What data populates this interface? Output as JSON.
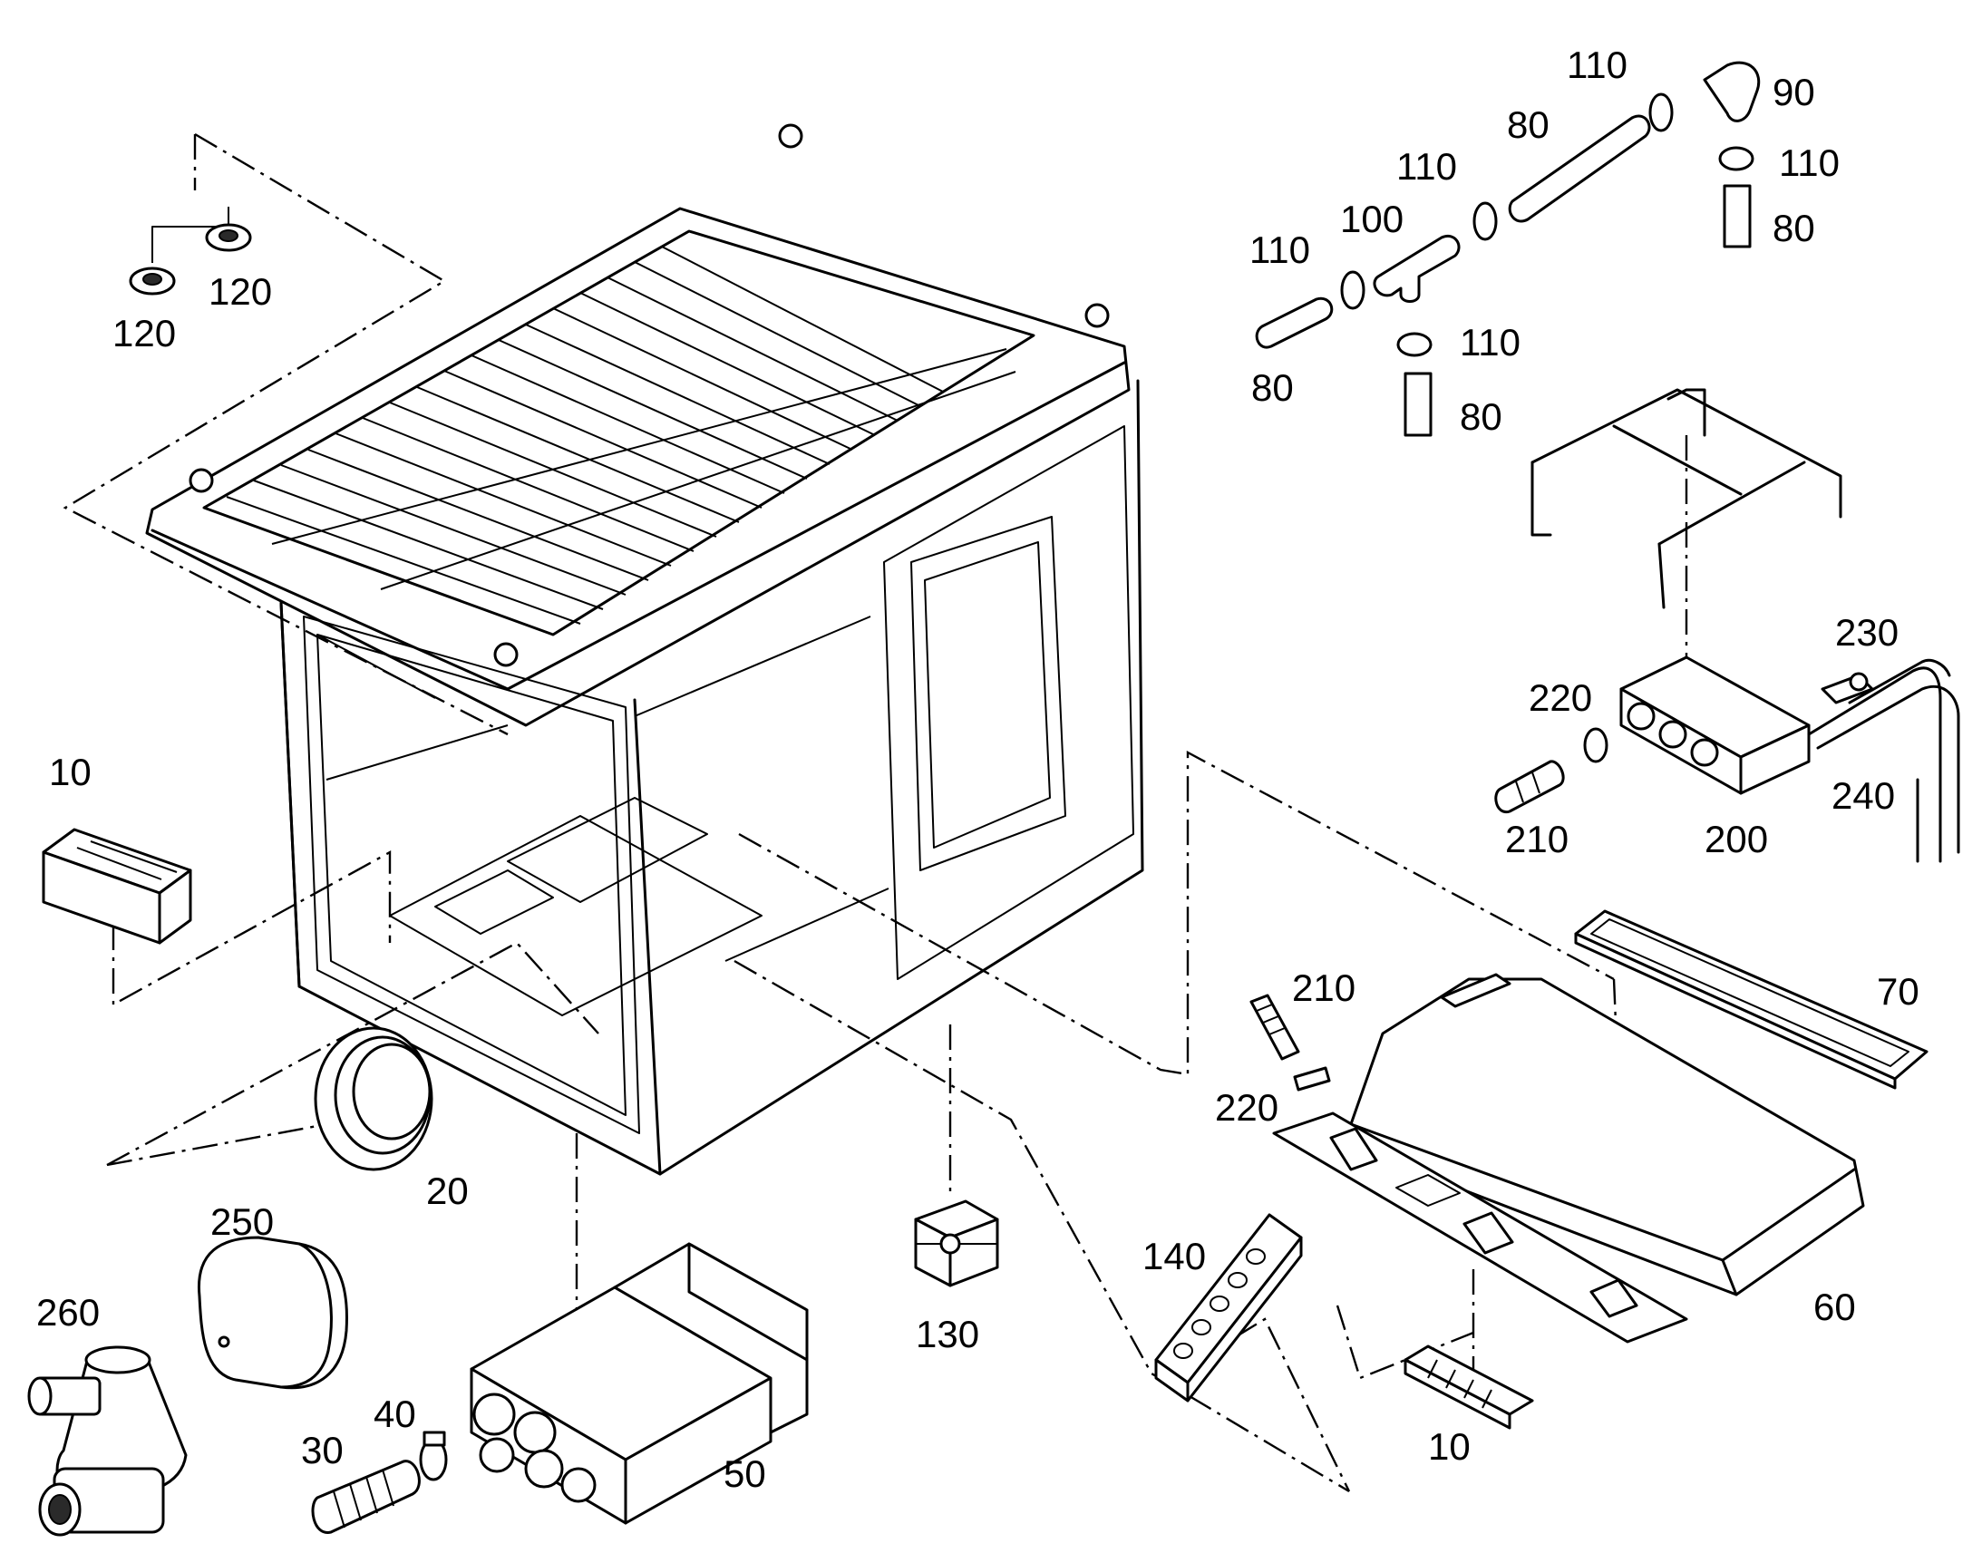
{
  "callouts": {
    "c120a": "120",
    "c120b": "120",
    "c10a": "10",
    "c20": "20",
    "c250": "250",
    "c260": "260",
    "c30": "30",
    "c40": "40",
    "c50": "50",
    "c130": "130",
    "c140": "140",
    "c10b": "10",
    "c60": "60",
    "c70": "70",
    "c210a": "210",
    "c220a": "220",
    "c210b": "210",
    "c220b": "220",
    "c200": "200",
    "c230": "230",
    "c240": "240",
    "c110a": "110",
    "c110b": "110",
    "c110c": "110",
    "c110d": "110",
    "c110e": "110",
    "c100": "100",
    "c90": "90",
    "c80a": "80",
    "c80b": "80",
    "c80c": "80",
    "c80d": "80"
  }
}
